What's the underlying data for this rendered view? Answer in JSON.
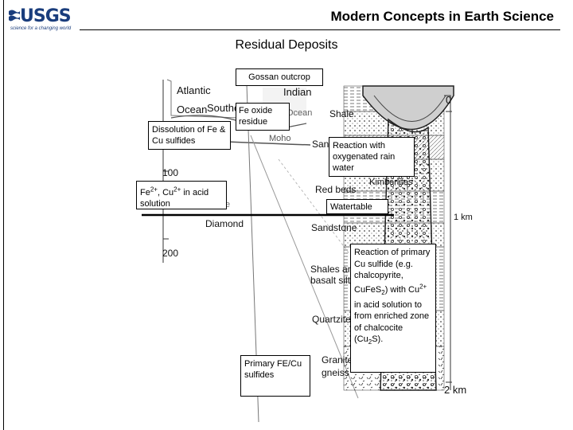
{
  "header": {
    "title": "Modern Concepts in Earth Science",
    "logo_text": "USGS",
    "logo_tagline": "science for a changing world"
  },
  "slide": {
    "title": "Residual Deposits"
  },
  "callouts": {
    "gossan": "Gossan outcrop",
    "fe_oxide": "Fe oxide residue",
    "dissolution": "Dissolution of Fe & Cu sulfides",
    "reaction_rain": "Reaction with oxygenated rain water",
    "ions_pre": "Fe",
    "ions_sup1": "2+",
    "ions_mid": ", Cu",
    "ions_sup2": "2+",
    "ions_post": " in acid solution",
    "watertable": "Watertable",
    "primary_sulfides": "Primary FE/Cu sulfides",
    "rp_pre": "Reaction of primary Cu sulfide (e.g. chalcopyrite, CuFeS",
    "rp_sub": "2",
    "rp_mid": ") with Cu",
    "rp_sup": "2+",
    "rp_post": " in acid solution to from enriched zone of chalcocite (Cu",
    "rp_sub2": "2",
    "rp_end": "S)."
  },
  "diagram_labels": {
    "atlantic": "Atlantic",
    "ocean": "Ocean",
    "southern": "Southern",
    "indian": "Indian",
    "ocean2": "Ocean",
    "sands": "Sands",
    "moho": "Moho",
    "shale": "Shale",
    "zero": "0",
    "depth100": "100",
    "depth200": "200",
    "e": "e",
    "diamond": "Diamond",
    "redbeds": "Red beds",
    "kimberlites": "Kimberlites",
    "sandstone": "Sandstone",
    "shales": "Shales and",
    "basalt": "basalt silts",
    "quartzites": "Quartzites",
    "granite": "Granite",
    "gneiss": "gneiss",
    "km1": "1 km",
    "km2": "2 km"
  }
}
